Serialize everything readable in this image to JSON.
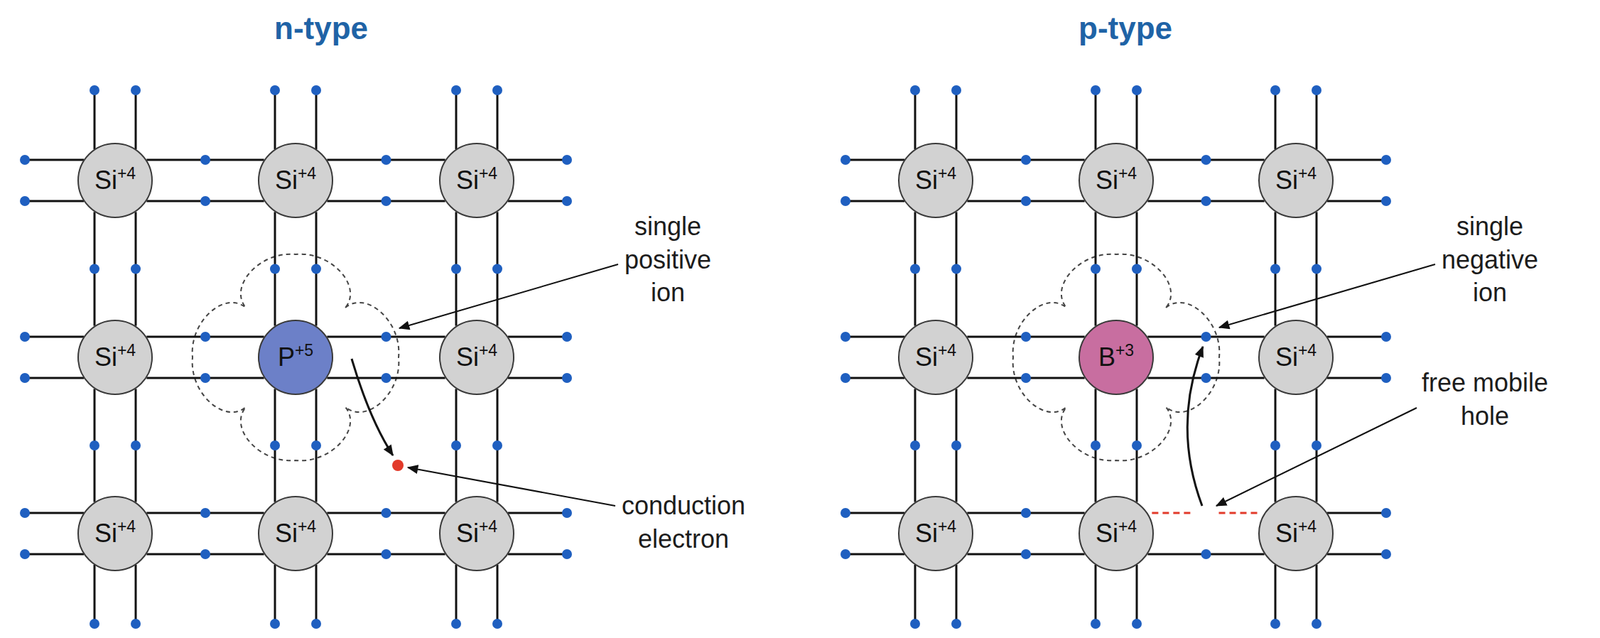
{
  "diagram": {
    "nodes": [
      {
        "text": [
          "Si",
          "+4"
        ]
      },
      {
        "text": [
          "Si",
          "+4"
        ]
      },
      {
        "text": [
          "Si",
          "+4"
        ]
      },
      {
        "text": [
          "Si",
          "+4"
        ]
      },
      {
        "text": [
          "P",
          "+5"
        ]
      },
      {
        "text": [
          "Si",
          "+4"
        ]
      },
      {
        "text": [
          "Si",
          "+4"
        ]
      },
      {
        "text": [
          "Si",
          "+4"
        ]
      },
      {
        "text": [
          "Si",
          "+4"
        ]
      },
      {
        "text": [
          "Si",
          "+4"
        ]
      },
      {
        "text": [
          "Si",
          "+4"
        ]
      },
      {
        "text": [
          "Si",
          "+4"
        ]
      },
      {
        "text": [
          "Si",
          "+4"
        ]
      },
      {
        "text": [
          "B",
          "+3"
        ]
      },
      {
        "text": [
          "Si",
          "+4"
        ]
      },
      {
        "text": [
          "Si",
          "+4"
        ]
      },
      {
        "text": [
          "Si",
          "+4"
        ]
      },
      {
        "text": [
          "Si",
          "+4"
        ]
      }
    ],
    "edges": [
      {
        "from": 0,
        "to": 1,
        "arrow": "none"
      },
      {
        "from": 1,
        "to": 2,
        "arrow": "none"
      },
      {
        "from": 3,
        "to": 4,
        "arrow": "none"
      },
      {
        "from": 4,
        "to": 5,
        "arrow": "none"
      },
      {
        "from": 6,
        "to": 7,
        "arrow": "none"
      },
      {
        "from": 7,
        "to": 8,
        "arrow": "none"
      },
      {
        "from": 0,
        "to": 3,
        "arrow": "none"
      },
      {
        "from": 1,
        "to": 4,
        "arrow": "none"
      },
      {
        "from": 2,
        "to": 5,
        "arrow": "none"
      },
      {
        "from": 3,
        "to": 6,
        "arrow": "none"
      },
      {
        "from": 4,
        "to": 7,
        "arrow": "none"
      },
      {
        "from": 5,
        "to": 8,
        "arrow": "none"
      },
      {
        "from": 9,
        "to": 10,
        "arrow": "none"
      },
      {
        "from": 10,
        "to": 11,
        "arrow": "none"
      },
      {
        "from": 12,
        "to": 13,
        "arrow": "none"
      },
      {
        "from": 13,
        "to": 14,
        "arrow": "none"
      },
      {
        "from": 15,
        "to": 16,
        "arrow": "none"
      },
      {
        "from": 16,
        "to": 17,
        "arrow": "none"
      },
      {
        "from": 9,
        "to": 12,
        "arrow": "none"
      },
      {
        "from": 10,
        "to": 13,
        "arrow": "none"
      },
      {
        "from": 11,
        "to": 14,
        "arrow": "none"
      },
      {
        "from": 12,
        "to": 15,
        "arrow": "none"
      },
      {
        "from": 13,
        "to": 16,
        "arrow": "none"
      },
      {
        "from": 14,
        "to": 17,
        "arrow": "none"
      }
    ],
    "labels": [
      "n-type",
      "p-type",
      "single positive ion",
      "conduction electron",
      "single negative ion",
      "free mobile hole"
    ]
  }
}
